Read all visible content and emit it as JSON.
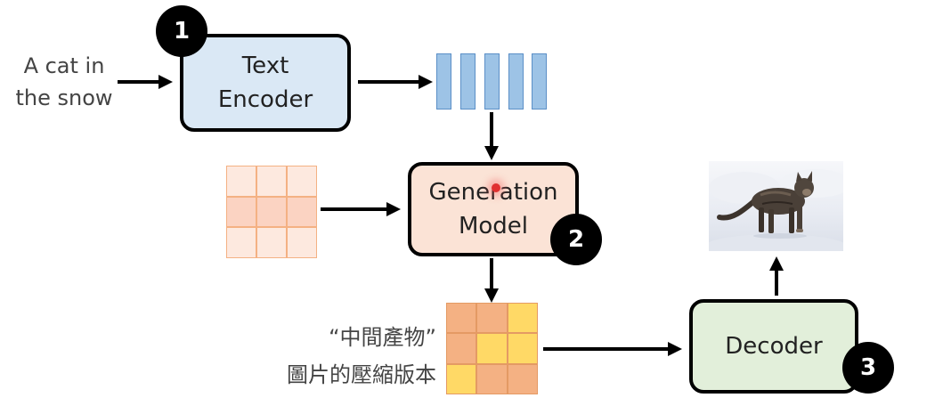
{
  "input_prompt": {
    "line1": "A cat in",
    "line2": "the snow"
  },
  "text_encoder": {
    "line1": "Text",
    "line2": "Encoder",
    "step": "1",
    "fill": "#dae8f5"
  },
  "generation_model": {
    "line1": "Generation",
    "line2": "Model",
    "step": "2",
    "fill": "#fbe3d6"
  },
  "decoder": {
    "label": "Decoder",
    "step": "3",
    "fill": "#e2efda"
  },
  "latent_caption": {
    "line1": "“中間產物”",
    "line2": "圖片的壓縮版本"
  },
  "colors": {
    "token_fill": "#9dc3e6",
    "noise_cell_light": "#fde9df",
    "noise_cell_dark": "#fbd3c2",
    "latent_orange": "#f4b183",
    "latent_yellow": "#ffd966",
    "pointer": "#e03030"
  },
  "noise_grid": [
    "light",
    "light",
    "light",
    "dark",
    "dark",
    "dark",
    "light",
    "light",
    "light"
  ],
  "latent_grid": [
    "orange",
    "orange",
    "yellow",
    "orange",
    "yellow",
    "yellow",
    "yellow",
    "orange",
    "orange"
  ],
  "output_image": {
    "subject": "cat in snow",
    "sky": "#f2f4f8",
    "snow": "#e6eaf2",
    "cat": "#4a4038"
  }
}
